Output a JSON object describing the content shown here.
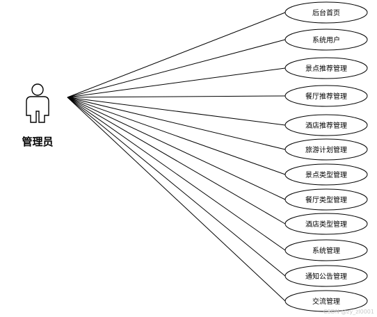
{
  "actor": {
    "label": "管理员"
  },
  "use_cases": [
    {
      "label": "后台首页"
    },
    {
      "label": "系统用户"
    },
    {
      "label": "景点推荐管理"
    },
    {
      "label": "餐厅推荐管理"
    },
    {
      "label": "酒店推荐管理"
    },
    {
      "label": "旅游计划管理"
    },
    {
      "label": "景点类型管理"
    },
    {
      "label": "餐厅类型管理"
    },
    {
      "label": "酒店类型管理"
    },
    {
      "label": "系统管理"
    },
    {
      "label": "通知公告管理"
    },
    {
      "label": "交流管理"
    }
  ],
  "watermark": {
    "text": "CSDN @zy_zl0001"
  }
}
